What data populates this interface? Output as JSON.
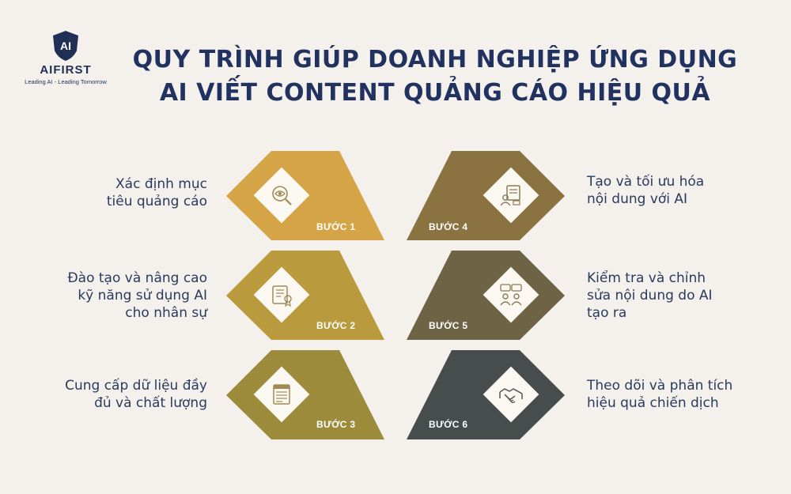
{
  "brand": {
    "logo_letters": "AI",
    "name": "AIFIRST",
    "tagline": "Leading AI - Leading Tomorrow"
  },
  "title": {
    "line1": "QUY TRÌNH GIÚP DOANH NGHIỆP ỨNG DỤNG",
    "line2": "AI VIẾT CONTENT QUẢNG CÁO HIỆU QUẢ"
  },
  "steps": [
    {
      "label": "BƯỚC 1",
      "lines": [
        "Xác định mục",
        "tiêu quảng cáo"
      ],
      "color": "#d4a447",
      "icon": "search-eye-icon"
    },
    {
      "label": "BƯỚC 2",
      "lines": [
        "Đào tạo và nâng cao",
        "kỹ năng sử dụng AI",
        "cho nhân sự"
      ],
      "color": "#b99a3d",
      "icon": "certificate-icon"
    },
    {
      "label": "BƯỚC 3",
      "lines": [
        "Cung cấp dữ liệu đầy",
        "đủ và chất lượng"
      ],
      "color": "#9d8b3c",
      "icon": "data-form-icon"
    },
    {
      "label": "BƯỚC 4",
      "lines": [
        "Tạo và tối ưu hóa",
        "nội dung với AI"
      ],
      "color": "#8a7340",
      "icon": "document-user-icon"
    },
    {
      "label": "BƯỚC 5",
      "lines": [
        "Kiểm tra và chỉnh",
        "sửa nội dung do AI",
        "tạo ra"
      ],
      "color": "#6f6346",
      "icon": "discussion-icon"
    },
    {
      "label": "BƯỚC 6",
      "lines": [
        "Theo dõi và phân tích",
        "hiệu quả chiến dịch"
      ],
      "color": "#474c4c",
      "icon": "handshake-icon"
    }
  ]
}
